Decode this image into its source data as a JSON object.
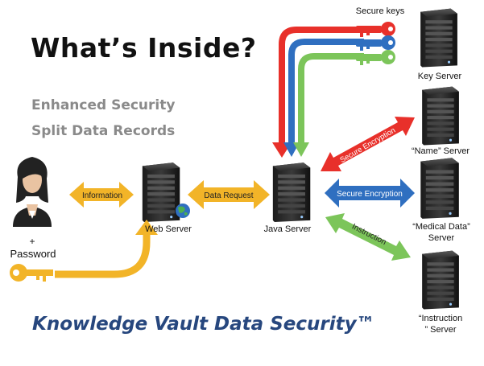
{
  "title": "What’s Inside?",
  "features": [
    "Enhanced Security",
    "Split Data Records"
  ],
  "footer": "Knowledge Vault Data Security™",
  "labels": {
    "secure_keys": "Secure keys",
    "key_server": "Key Server",
    "name_server": "“Name” Server",
    "medical_server_1": "“Medical Data”",
    "medical_server_2": "Server",
    "instruction_server_1": "“Instruction",
    "instruction_server_2": "” Server",
    "web_server": "Web Server",
    "java_server": "Java Server",
    "plus": "+",
    "password": "Password"
  },
  "arrows": {
    "information": "Information",
    "data_request": "Data Request",
    "secure_encryption_red": "Secure Encryption",
    "secure_encryption_blue": "Secure Encryption",
    "instruction": "Instruction"
  },
  "colors": {
    "red": "#e8302a",
    "blue": "#2f6fc0",
    "green": "#6fbf4a",
    "gold": "#f2b428",
    "navy": "#27477e",
    "gray": "#8a8a8a"
  }
}
